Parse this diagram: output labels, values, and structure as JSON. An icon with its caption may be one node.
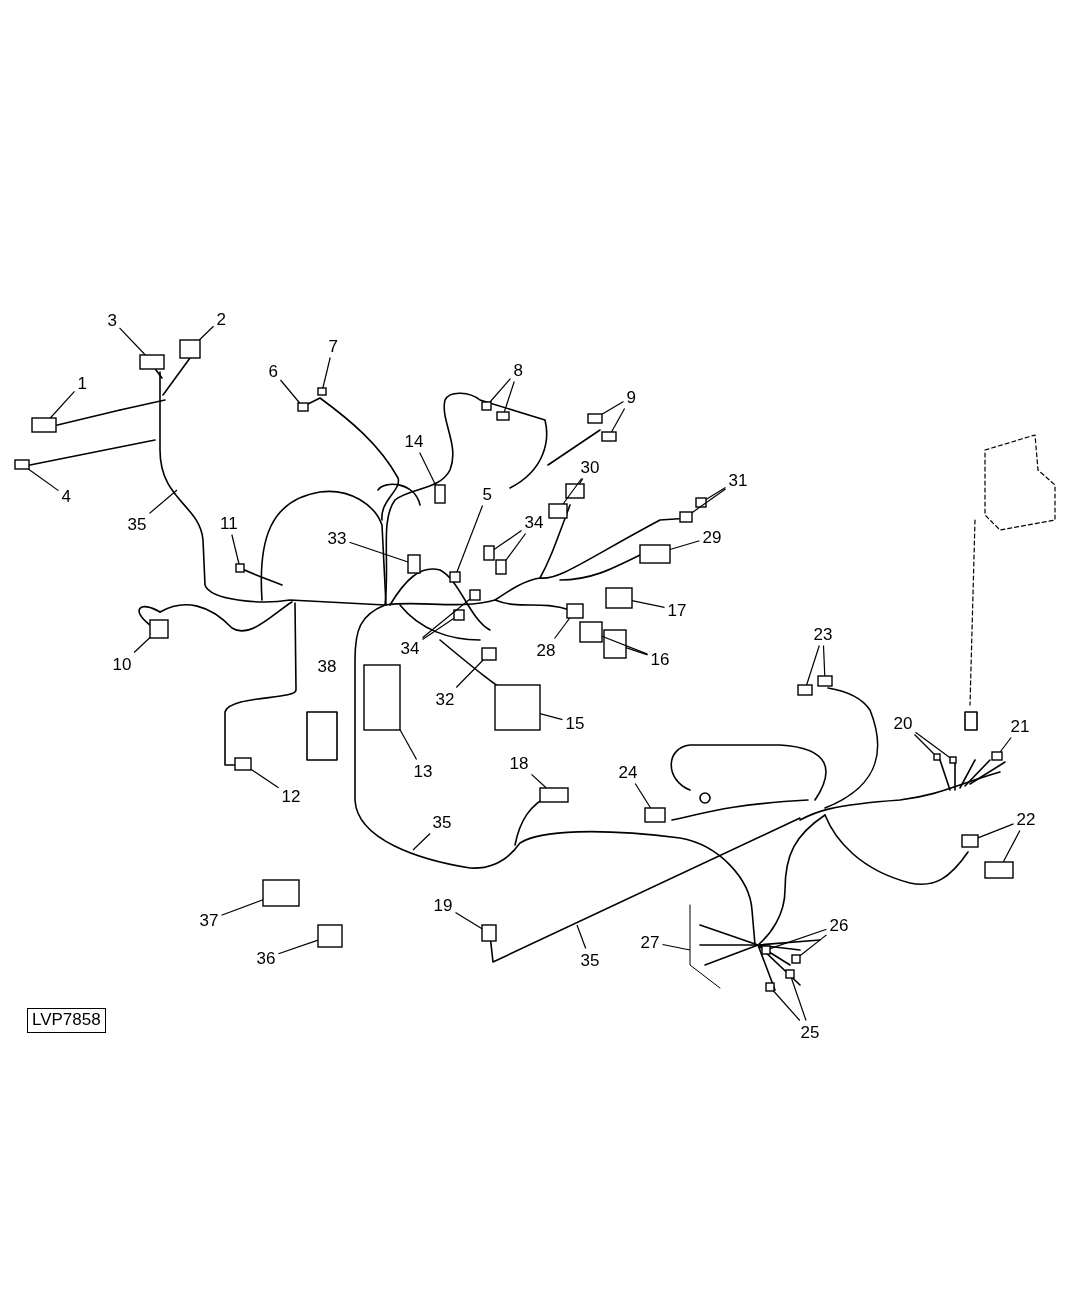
{
  "diagram": {
    "nodes": [
      {
        "text": [
          "1"
        ]
      },
      {
        "text": [
          "2"
        ]
      },
      {
        "text": [
          "3"
        ]
      },
      {
        "text": [
          "4"
        ]
      },
      {
        "text": [
          "5"
        ]
      },
      {
        "text": [
          "6"
        ]
      },
      {
        "text": [
          "7"
        ]
      },
      {
        "text": [
          "8"
        ]
      },
      {
        "text": [
          "9"
        ]
      },
      {
        "text": [
          "10"
        ]
      },
      {
        "text": [
          "11"
        ]
      },
      {
        "text": [
          "12"
        ]
      },
      {
        "text": [
          "13"
        ]
      },
      {
        "text": [
          "14"
        ]
      },
      {
        "text": [
          "15"
        ]
      },
      {
        "text": [
          "16"
        ]
      },
      {
        "text": [
          "17"
        ]
      },
      {
        "text": [
          "18"
        ]
      },
      {
        "text": [
          "19"
        ]
      },
      {
        "text": [
          "20"
        ]
      },
      {
        "text": [
          "21"
        ]
      },
      {
        "text": [
          "22"
        ]
      },
      {
        "text": [
          "23"
        ]
      },
      {
        "text": [
          "24"
        ]
      },
      {
        "text": [
          "25"
        ]
      },
      {
        "text": [
          "26"
        ]
      },
      {
        "text": [
          "27"
        ]
      },
      {
        "text": [
          "28"
        ]
      },
      {
        "text": [
          "29"
        ]
      },
      {
        "text": [
          "30"
        ]
      },
      {
        "text": [
          "31"
        ]
      },
      {
        "text": [
          "32"
        ]
      },
      {
        "text": [
          "33"
        ]
      },
      {
        "text": [
          "34"
        ]
      },
      {
        "text": [
          "34"
        ]
      },
      {
        "text": [
          "35"
        ]
      },
      {
        "text": [
          "35"
        ]
      },
      {
        "text": [
          "35"
        ]
      },
      {
        "text": [
          "36"
        ]
      },
      {
        "text": [
          "37"
        ]
      },
      {
        "text": [
          "38"
        ]
      },
      {
        "text": [],
        "shape": "box"
      },
      {
        "text": [],
        "shape": "box"
      },
      {
        "text": [],
        "shape": "box"
      },
      {
        "text": [],
        "shape": "box"
      },
      {
        "text": [],
        "shape": "box"
      },
      {
        "text": [],
        "shape": "box"
      },
      {
        "text": [],
        "shape": "box"
      },
      {
        "text": [],
        "shape": "box"
      },
      {
        "text": [],
        "shape": "box"
      },
      {
        "text": [],
        "shape": "box"
      },
      {
        "text": [],
        "shape": "box"
      },
      {
        "text": [],
        "shape": "box"
      },
      {
        "text": [],
        "shape": "box"
      },
      {
        "text": [],
        "shape": "box"
      },
      {
        "text": [],
        "shape": "box"
      },
      {
        "text": [],
        "shape": "box"
      },
      {
        "text": [],
        "shape": "box"
      },
      {
        "text": [],
        "shape": "box"
      },
      {
        "text": [],
        "shape": "box"
      },
      {
        "text": [],
        "shape": "box"
      },
      {
        "text": [],
        "shape": "box"
      },
      {
        "text": [],
        "shape": "box"
      },
      {
        "text": [],
        "shape": "box"
      },
      {
        "text": [],
        "shape": "box"
      },
      {
        "text": [],
        "shape": "box"
      },
      {
        "text": [],
        "shape": "box"
      },
      {
        "text": [],
        "shape": "box"
      },
      {
        "text": [],
        "shape": "box"
      },
      {
        "text": [],
        "shape": "box"
      },
      {
        "text": [],
        "shape": "box"
      },
      {
        "text": [],
        "shape": "box"
      },
      {
        "text": [],
        "shape": "box"
      },
      {
        "text": [],
        "shape": "box"
      },
      {
        "text": [],
        "shape": "box"
      },
      {
        "text": [],
        "shape": "box"
      },
      {
        "text": [],
        "shape": "box"
      },
      {
        "text": [],
        "shape": "box"
      },
      {
        "text": [],
        "shape": "box"
      },
      {
        "text": [],
        "shape": "box"
      },
      {
        "text": [],
        "shape": "box"
      },
      {
        "text": [],
        "shape": "box"
      },
      {
        "text": [],
        "shape": "box"
      },
      {
        "text": [],
        "shape": "box"
      },
      {
        "text": [],
        "shape": "box"
      },
      {
        "text": [],
        "shape": "box"
      },
      {
        "text": [],
        "shape": "box"
      },
      {
        "text": [],
        "shape": "box"
      },
      {
        "text": [],
        "shape": "box"
      }
    ],
    "edges": [
      {
        "from": 0,
        "to": 41,
        "arrow": "none"
      },
      {
        "from": 1,
        "to": 42,
        "arrow": "none"
      },
      {
        "from": 2,
        "to": 43,
        "arrow": "none"
      },
      {
        "from": 3,
        "to": 44,
        "arrow": "none"
      },
      {
        "from": 4,
        "to": 45,
        "arrow": "none"
      },
      {
        "from": 5,
        "to": 46,
        "arrow": "none"
      },
      {
        "from": 6,
        "to": 47,
        "arrow": "none"
      },
      {
        "from": 7,
        "to": 48,
        "arrow": "none"
      },
      {
        "from": 7,
        "to": 49,
        "arrow": "none"
      },
      {
        "from": 8,
        "to": 50,
        "arrow": "none"
      },
      {
        "from": 8,
        "to": 51,
        "arrow": "none"
      },
      {
        "from": 9,
        "to": 52,
        "arrow": "none"
      },
      {
        "from": 10,
        "to": 53,
        "arrow": "none"
      },
      {
        "from": 11,
        "to": 54,
        "arrow": "none"
      },
      {
        "from": 12,
        "to": 55,
        "arrow": "none"
      },
      {
        "from": 13,
        "to": 56,
        "arrow": "none"
      },
      {
        "from": 14,
        "to": 57,
        "arrow": "none"
      },
      {
        "from": 15,
        "to": 58,
        "arrow": "none"
      },
      {
        "from": 15,
        "to": 59,
        "arrow": "none"
      },
      {
        "from": 16,
        "to": 60,
        "arrow": "none"
      },
      {
        "from": 17,
        "to": 61,
        "arrow": "none"
      },
      {
        "from": 18,
        "to": 62,
        "arrow": "none"
      },
      {
        "from": 19,
        "to": 63,
        "arrow": "none"
      },
      {
        "from": 19,
        "to": 64,
        "arrow": "none"
      },
      {
        "from": 20,
        "to": 65,
        "arrow": "none"
      },
      {
        "from": 21,
        "to": 66,
        "arrow": "none"
      },
      {
        "from": 21,
        "to": 67,
        "arrow": "none"
      },
      {
        "from": 22,
        "to": 68,
        "arrow": "none"
      },
      {
        "from": 22,
        "to": 69,
        "arrow": "none"
      },
      {
        "from": 23,
        "to": 70,
        "arrow": "none"
      },
      {
        "from": 24,
        "to": 71,
        "arrow": "none"
      },
      {
        "from": 24,
        "to": 72,
        "arrow": "none"
      },
      {
        "from": 25,
        "to": 73,
        "arrow": "none"
      },
      {
        "from": 25,
        "to": 74,
        "arrow": "none"
      },
      {
        "from": 26,
        "to": null,
        "arrow": "none"
      },
      {
        "from": 27,
        "to": 75,
        "arrow": "none"
      },
      {
        "from": 28,
        "to": 76,
        "arrow": "none"
      },
      {
        "from": 29,
        "to": 77,
        "arrow": "none"
      },
      {
        "from": 29,
        "to": 87,
        "arrow": "none"
      },
      {
        "from": 30,
        "to": 78,
        "arrow": "none"
      },
      {
        "from": 30,
        "to": 88,
        "arrow": "none"
      },
      {
        "from": 31,
        "to": 79,
        "arrow": "none"
      },
      {
        "from": 32,
        "to": 80,
        "arrow": "none"
      },
      {
        "from": 33,
        "to": 81,
        "arrow": "none"
      },
      {
        "from": 33,
        "to": 82,
        "arrow": "none"
      },
      {
        "from": 34,
        "to": 83,
        "arrow": "none"
      },
      {
        "from": 34,
        "to": 84,
        "arrow": "none"
      },
      {
        "from": 35,
        "to": null,
        "arrow": "none"
      },
      {
        "from": 36,
        "to": null,
        "arrow": "none"
      },
      {
        "from": 37,
        "to": null,
        "arrow": "none"
      },
      {
        "from": 38,
        "to": 85,
        "arrow": "none"
      },
      {
        "from": 39,
        "to": 86,
        "arrow": "none"
      }
    ],
    "labels": [
      "LVP7858"
    ]
  }
}
